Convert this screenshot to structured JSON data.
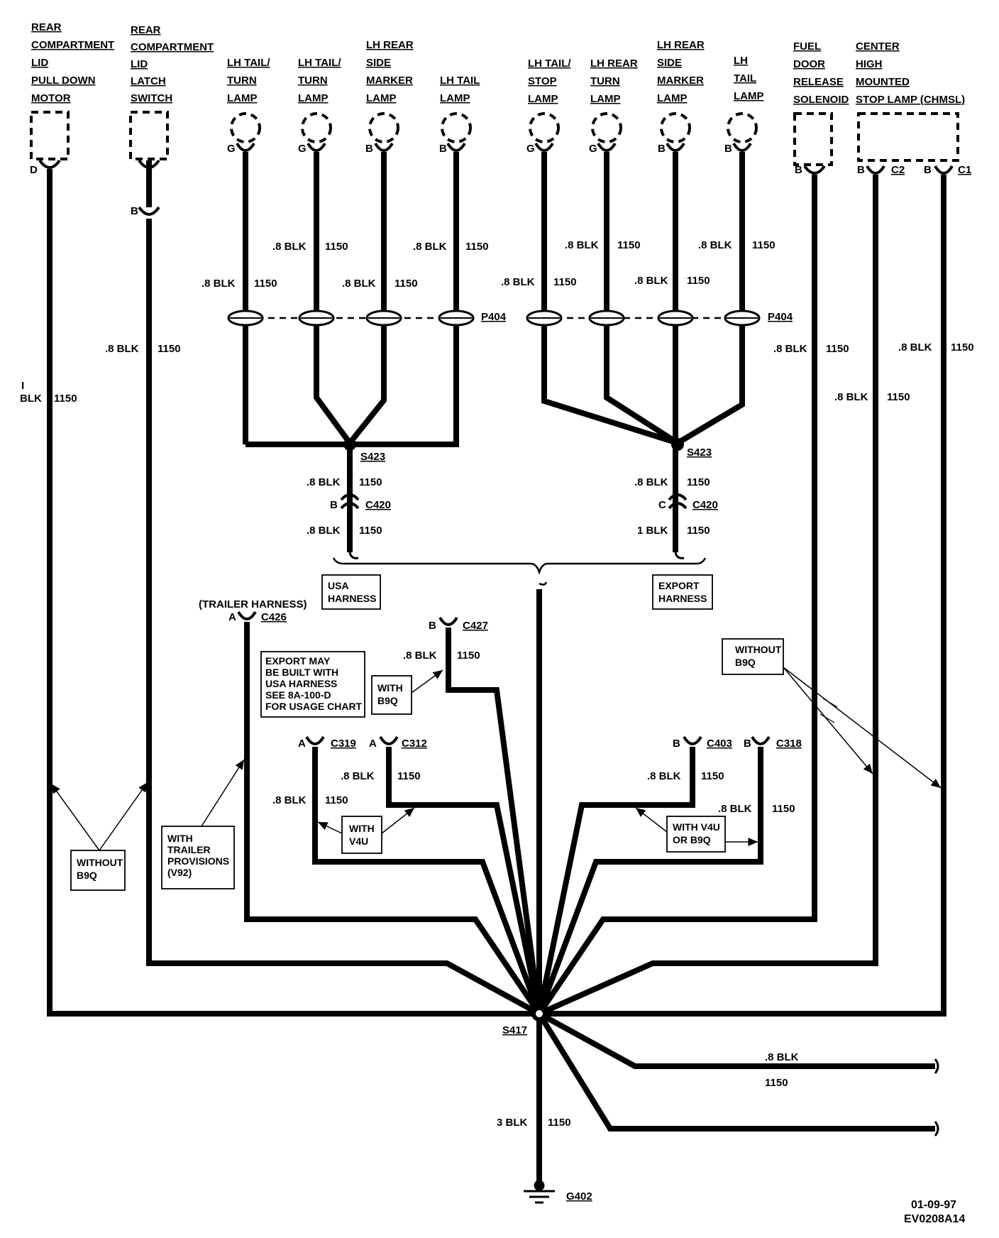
{
  "components": {
    "rear_lid_motor": [
      "REAR",
      "COMPARTMENT",
      "LID",
      "PULL DOWN",
      "MOTOR"
    ],
    "rear_lid_switch": [
      "REAR",
      "COMPARTMENT",
      "LID",
      "LATCH",
      "SWITCH"
    ],
    "lamp1": [
      "LH TAIL/",
      "TURN",
      "LAMP"
    ],
    "lamp2": [
      "LH TAIL/",
      "TURN",
      "LAMP"
    ],
    "lamp3": [
      "LH REAR",
      "SIDE",
      "MARKER",
      "LAMP"
    ],
    "lamp4": [
      "LH TAIL",
      "LAMP"
    ],
    "lamp5": [
      "LH TAIL/",
      "STOP",
      "LAMP"
    ],
    "lamp6": [
      "LH REAR",
      "TURN",
      "LAMP"
    ],
    "lamp7": [
      "LH REAR",
      "SIDE",
      "MARKER",
      "LAMP"
    ],
    "lamp8": [
      "LH",
      "TAIL",
      "LAMP"
    ],
    "fuel_door": [
      "FUEL",
      "DOOR",
      "RELEASE",
      "SOLENOID"
    ],
    "chmsl": [
      "CENTER",
      "HIGH",
      "MOUNTED",
      "STOP LAMP (CHMSL)"
    ]
  },
  "pins": {
    "D": "D",
    "B": "B",
    "G": "G",
    "A": "A",
    "C": "C"
  },
  "connectors": {
    "p404": "P404",
    "s423": "S423",
    "c420": "C420",
    "c426": "C426",
    "c427": "C427",
    "c319": "C319",
    "c312": "C312",
    "c403": "C403",
    "c318": "C318",
    "s417": "S417",
    "g402": "G402",
    "c2": "C2",
    "c1": "C1"
  },
  "wires": {
    "blk08": ".8 BLK",
    "blk1": "1 BLK",
    "blk3": "3 BLK",
    "circuit": "1150",
    "i_label": "I",
    "blk_only": "BLK"
  },
  "notes": {
    "trailer_harness": "(TRAILER HARNESS)",
    "usa_harness": [
      "USA",
      "HARNESS"
    ],
    "export_harness": [
      "EXPORT",
      "HARNESS"
    ],
    "export_may": [
      "EXPORT MAY",
      "BE BUILT WITH",
      "USA HARNESS",
      "SEE 8A-100-D",
      "FOR USAGE CHART"
    ],
    "with_b9q": [
      "WITH",
      "B9Q"
    ],
    "without_b9q": [
      "WITHOUT",
      "B9Q"
    ],
    "with_trailer": [
      "WITH",
      "TRAILER",
      "PROVISIONS",
      "(V92)"
    ],
    "with_v4u": [
      "WITH",
      "V4U"
    ],
    "with_v4u_or_b9q": [
      "WITH V4U",
      "OR B9Q"
    ]
  },
  "footer": {
    "date": "01-09-97",
    "code": "EV0208A14"
  }
}
